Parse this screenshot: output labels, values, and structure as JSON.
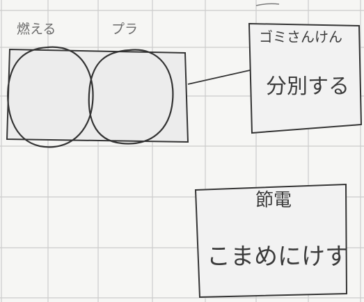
{
  "labels": {
    "burnable": "燃える",
    "plastic": "プラ",
    "box_top": "ゴミさんけん",
    "box_bottom": "分別する",
    "note_head": "節電",
    "note_body": "こまめにけす"
  },
  "colors": {
    "paper": "#f6f6f4",
    "grid": "#c9c9c9",
    "ink": "#3b3b3b",
    "pencil": "#6a6a6a"
  }
}
